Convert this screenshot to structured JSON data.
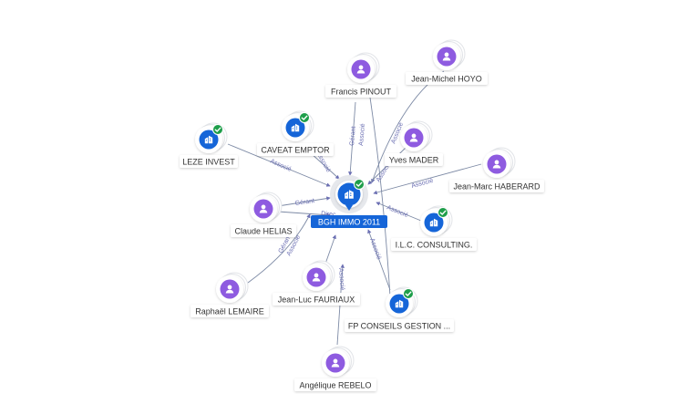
{
  "center": {
    "label": "BGH IMMO 2011",
    "kind": "company",
    "verified": true
  },
  "nodes": [
    {
      "id": "francis",
      "label": "Francis PINOUT",
      "kind": "person"
    },
    {
      "id": "jeanmichel",
      "label": "Jean-Michel HOYO",
      "kind": "person"
    },
    {
      "id": "caveat",
      "label": "CAVEAT EMPTOR",
      "kind": "company",
      "verified": true
    },
    {
      "id": "leze",
      "label": "LEZE INVEST",
      "kind": "company",
      "verified": true
    },
    {
      "id": "yves",
      "label": "Yves MADER",
      "kind": "person"
    },
    {
      "id": "jeanmarc",
      "label": "Jean-Marc HABERARD",
      "kind": "person"
    },
    {
      "id": "claude",
      "label": "Claude HELIAS",
      "kind": "person"
    },
    {
      "id": "ilc",
      "label": "I.L.C. CONSULTING.",
      "kind": "company",
      "verified": true
    },
    {
      "id": "raphael",
      "label": "Raphaël LEMAIRE",
      "kind": "person"
    },
    {
      "id": "jeanluc",
      "label": "Jean-Luc FAURIAUX",
      "kind": "person"
    },
    {
      "id": "fpconseils",
      "label": "FP CONSEILS GESTION ...",
      "kind": "company",
      "verified": true
    },
    {
      "id": "angelique",
      "label": "Angélique REBELO",
      "kind": "person"
    }
  ],
  "edge_labels": {
    "francis_gerant": "Gérant",
    "francis_associe": "Associé",
    "caveat_associe": "Associé",
    "leze_associe": "Associé",
    "jeanmichel_associe": "Associé",
    "yves_associe": "Associé",
    "jeanmarc_associe": "Associé",
    "claude_gerant": "Gérant",
    "claude_directeur": "Direc",
    "raphael_gerant": "Gérant",
    "raphael_associe": "Associé",
    "ilc_associe": "Associé",
    "jeanluc_associe": "Associé",
    "fp_associe": "Associé"
  },
  "colors": {
    "person": "#8e5be0",
    "company": "#1565d8",
    "verified": "#1e9e4a",
    "edge": "#7d8aa5",
    "center": "#1565d8"
  }
}
